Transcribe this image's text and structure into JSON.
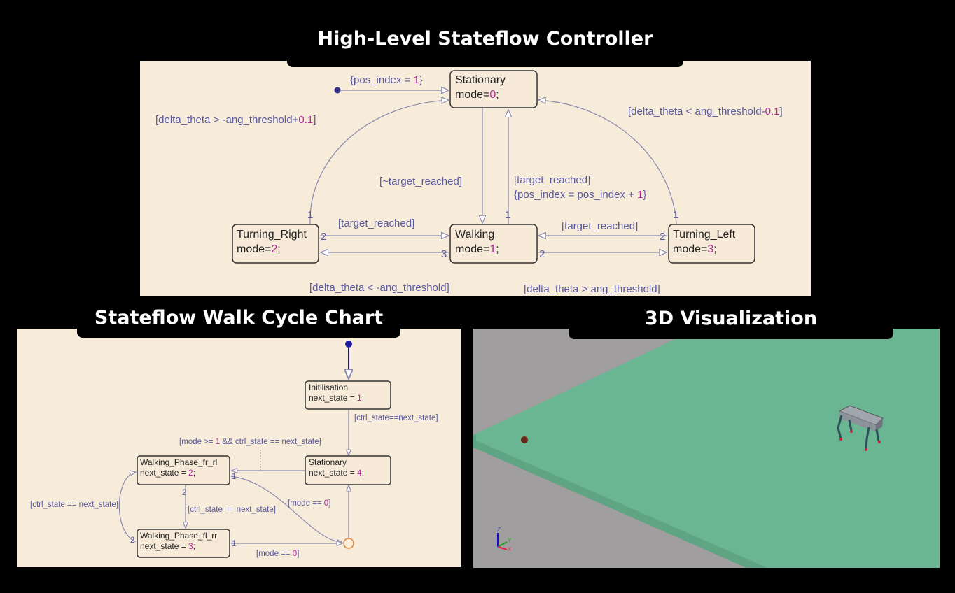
{
  "titles": {
    "top": "High-Level Stateflow Controller",
    "walk": "Stateflow Walk Cycle Chart",
    "viz": "3D Visualization"
  },
  "colors": {
    "chart_bg": "#f7ebda",
    "ground_green": "#6bb692",
    "background_gray": "#a09e9f",
    "state_label": "#222222",
    "transition_label": "#5a5aa0",
    "number_literal": "#b0289a"
  },
  "top_chart": {
    "states": [
      {
        "name": "Stationary",
        "action_pre": "mode=",
        "action_num": "0",
        "action_post": ";"
      },
      {
        "name": "Turning_Right",
        "action_pre": "mode=",
        "action_num": "2",
        "action_post": ";"
      },
      {
        "name": "Walking",
        "action_pre": "mode=",
        "action_num": "1",
        "action_post": ";"
      },
      {
        "name": "Turning_Left",
        "action_pre": "mode=",
        "action_num": "3",
        "action_post": ";"
      }
    ],
    "transitions": {
      "default": {
        "pre": "{pos_index = ",
        "num": "1",
        "post": "}"
      },
      "tr_to_stat": {
        "pre": "[delta_theta > -ang_threshold+",
        "num": "0.1",
        "post": "]"
      },
      "tl_to_stat": {
        "pre": "[delta_theta < ang_threshold-",
        "num": "0.1",
        "post": "]"
      },
      "stat_to_walk": "[~target_reached]",
      "walk_to_stat_1": "[target_reached]",
      "walk_to_stat_2": {
        "pre": "{pos_index = pos_index + ",
        "num": "1",
        "post": "}"
      },
      "tr_to_walk": "[target_reached]",
      "tl_to_walk": "[target_reached]",
      "walk_to_tr": "[delta_theta < -ang_threshold]",
      "walk_to_tl": "[delta_theta > ang_threshold]"
    },
    "priorities": {
      "tr_up": "1",
      "tr_right": "2",
      "walk_up": "1",
      "walk_left": "3",
      "walk_right": "2",
      "tl_left": "2",
      "tl_up": "1"
    }
  },
  "walk_chart": {
    "states": [
      {
        "name": "Initilisation",
        "action_pre": "next_state = ",
        "action_num": "1",
        "action_post": ";"
      },
      {
        "name": "Stationary",
        "action_pre": "next_state = ",
        "action_num": "4",
        "action_post": ";"
      },
      {
        "name": "Walking_Phase_fr_rl",
        "action_pre": "next_state = ",
        "action_num": "2",
        "action_post": ";"
      },
      {
        "name": "Walking_Phase_fl_rr",
        "action_pre": "next_state = ",
        "action_num": "3",
        "action_post": ";"
      }
    ],
    "transitions": {
      "init_to_stat": "[ctrl_state==next_state]",
      "stat_to_fr": {
        "pre": "[mode >= ",
        "num": "1",
        "post": " && ctrl_state == next_state]"
      },
      "fl_to_fr": "[ctrl_state == next_state]",
      "fr_to_fl": "[ctrl_state == next_state]",
      "fr_to_junc": {
        "pre": "[mode == ",
        "num": "0",
        "post": "]"
      },
      "fl_to_junc": {
        "pre": "[mode == ",
        "num": "0",
        "post": "]"
      }
    },
    "priorities": {
      "fr_down": "2",
      "fr_right": "1",
      "fl_left": "2",
      "fl_right": "1"
    }
  },
  "viz": {
    "axes": {
      "z": "Z",
      "y": "Y",
      "x": "X"
    }
  }
}
